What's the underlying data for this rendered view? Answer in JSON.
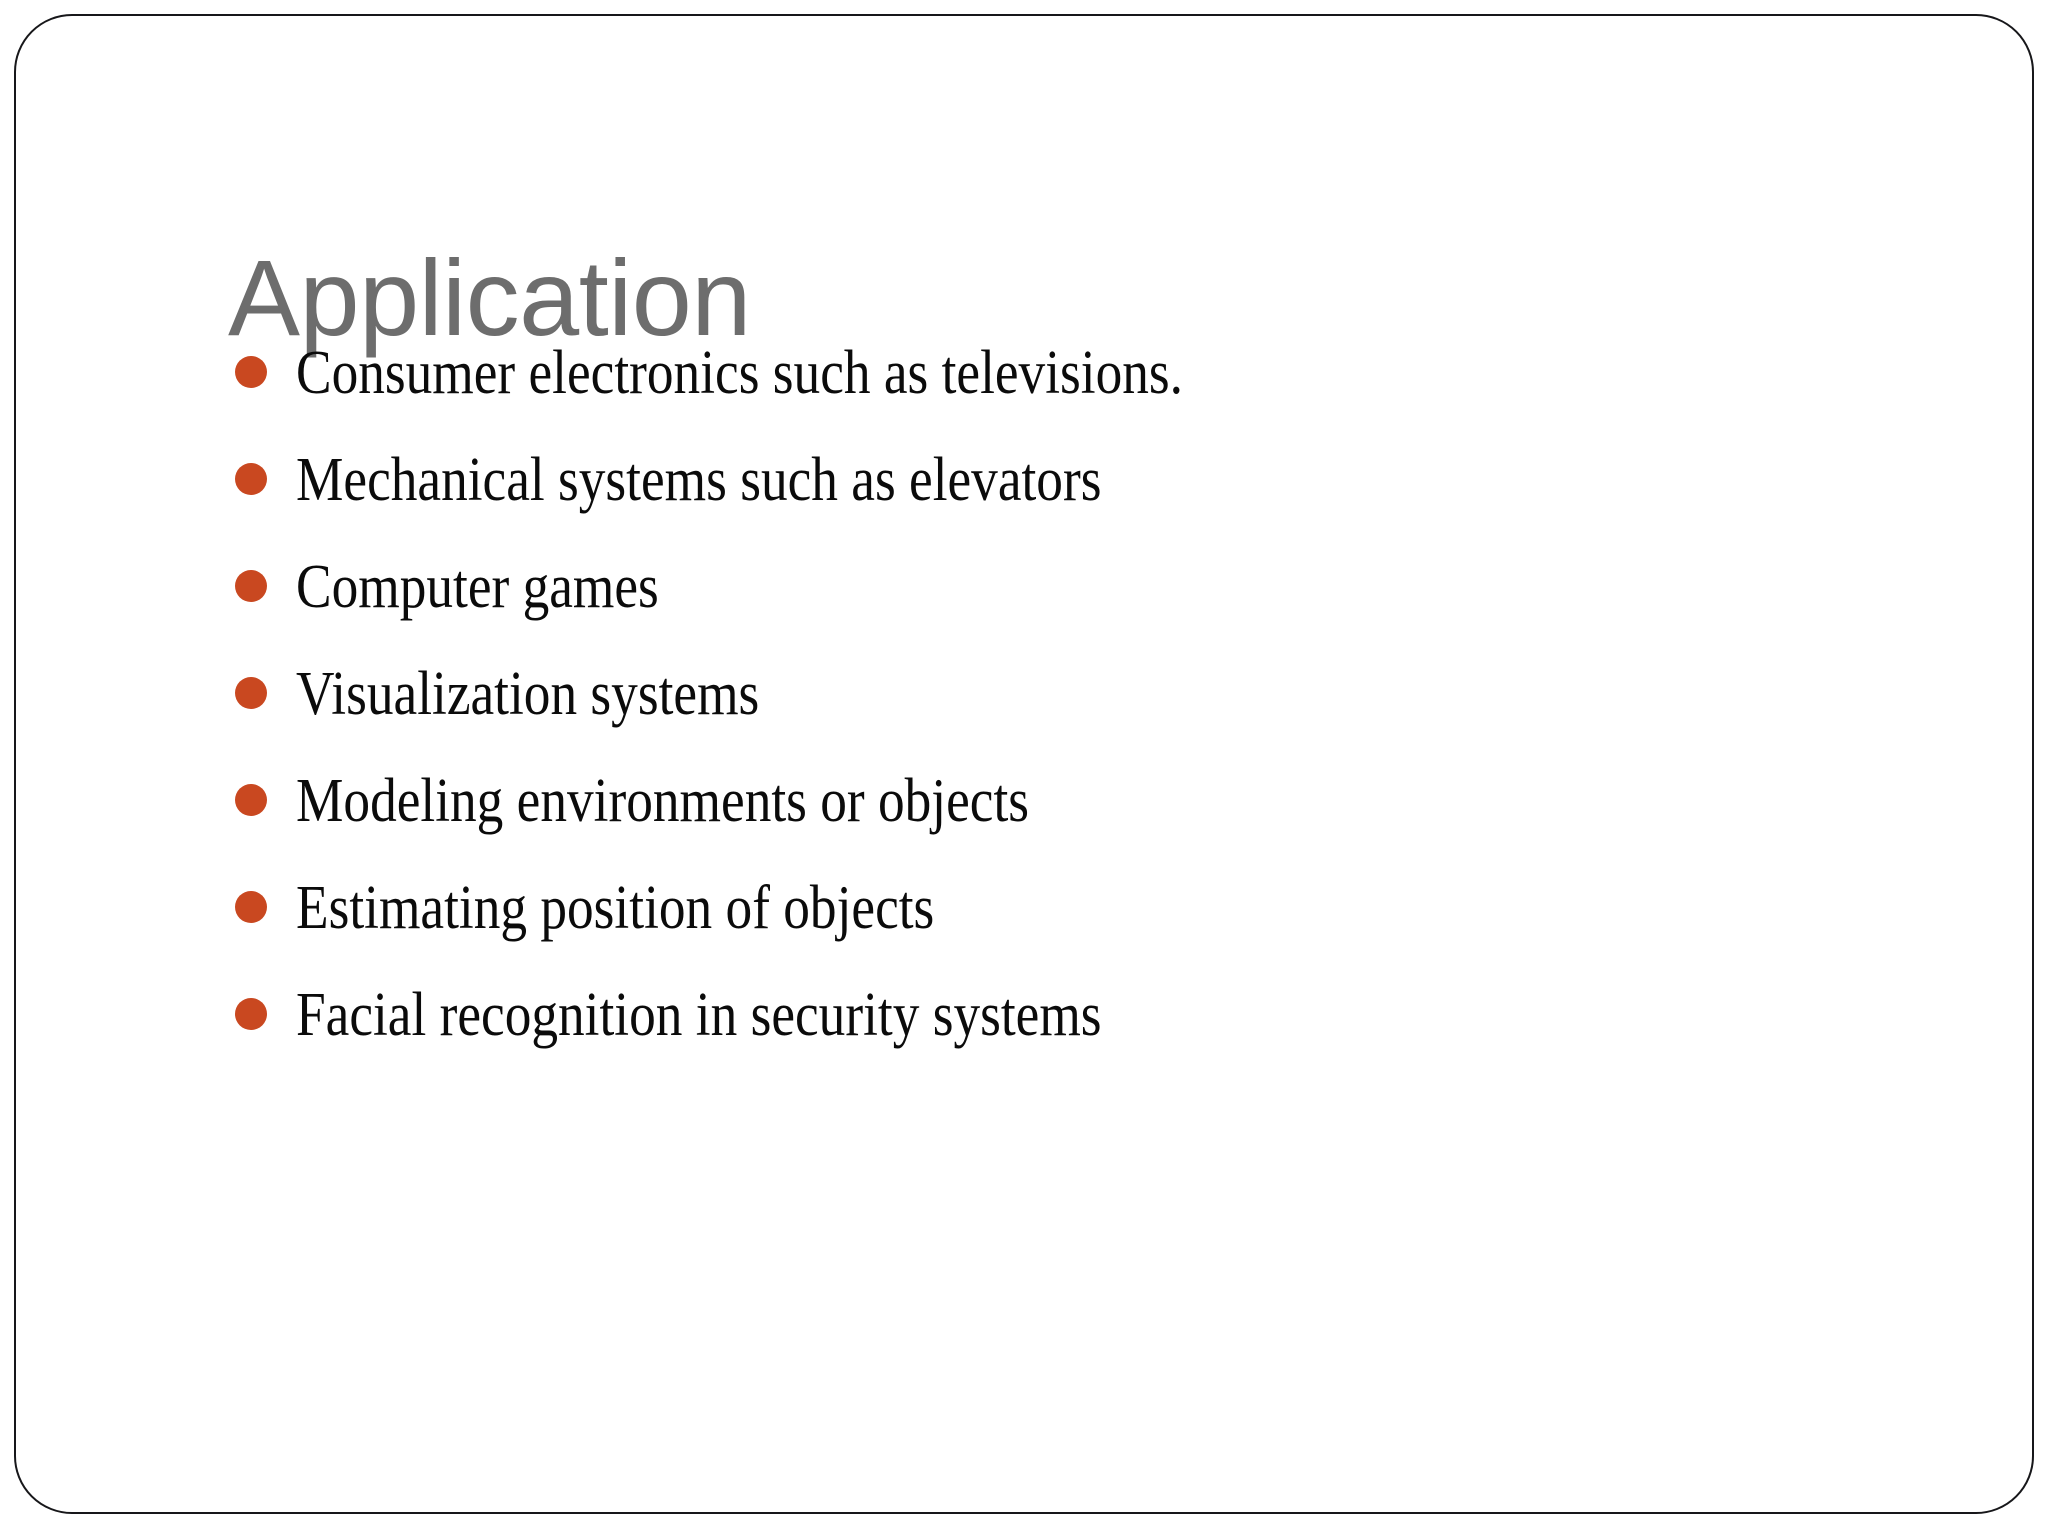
{
  "slide": {
    "title": "Application",
    "title_color": "#6d6d6d",
    "background_color": "#ffffff",
    "border_color": "#17171a",
    "bullet_color": "#c94820",
    "body_text_color": "#0b0b0b",
    "bullets": [
      {
        "text": "Consumer electronics such as televisions."
      },
      {
        "text": "Mechanical systems such as elevators"
      },
      {
        "text": "Computer games"
      },
      {
        "text": "Visualization systems"
      },
      {
        "text": "Modeling environments or objects"
      },
      {
        "text": "Estimating position of objects"
      },
      {
        "text": "Facial recognition in security systems"
      }
    ]
  }
}
